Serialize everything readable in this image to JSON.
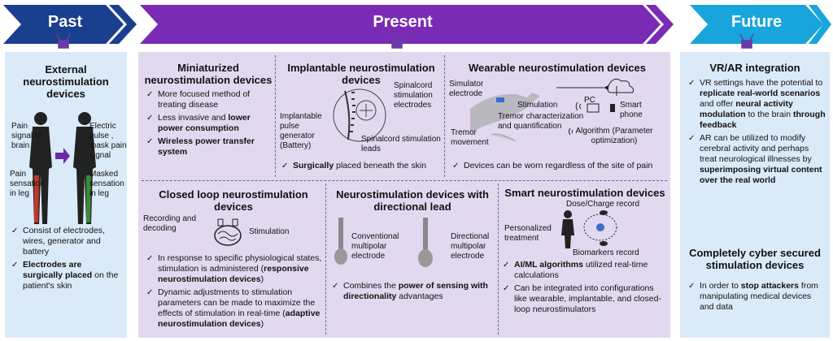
{
  "banners": {
    "past": "Past",
    "present": "Present",
    "future": "Future"
  },
  "colors": {
    "past_arrow": "#1a3f8f",
    "present_arrow": "#7a2bb5",
    "future_arrow": "#17a5dc",
    "past_bg": "#dbeaf8",
    "present_bg": "#e2d9f0",
    "future_bg": "#dbeaf8"
  },
  "past": {
    "title": "External neurostimulation devices",
    "labels": {
      "pain_signal": "Pain signal to brain",
      "electric_pulse": "Electric pulse , mask pain signal",
      "pain_sensation": "Pain sensation in leg",
      "masked_sensation": "Masked sensation in leg"
    },
    "bullets": [
      {
        "text": "Consist of electrodes, wires, generator and battery"
      },
      {
        "bold": "Electrodes are surgically placed",
        "rest": " on the patient's skin"
      }
    ]
  },
  "mini": {
    "title": "Miniaturized neurostimulation devices",
    "b1": "More focused method of treating disease",
    "b2_pre": "Less invasive and ",
    "b2_bold": "lower power consumption",
    "b3": "Wireless power transfer system"
  },
  "implant": {
    "title": "Implantable neurostimulation devices",
    "labels": {
      "generator": "Implantable pulse generator (Battery)",
      "electrodes": "Spinalcord stimulation electrodes",
      "leads": "Spinalcord stimulation leads"
    },
    "b1_bold": "Surgically",
    "b1_rest": " placed beneath the skin"
  },
  "wearable": {
    "title": "Wearable neurostimulation devices",
    "labels": {
      "sim_electrode": "Simulator electrode",
      "stimulation": "Stimulation",
      "pc": "PC",
      "smartphone": "Smart phone",
      "tremor_char": "Tremor characterization and quantification",
      "tremor_mov": "Tremor movement",
      "algorithm": "Algorithm (Parameter optimization)"
    },
    "b1": "Devices can be worn regardless of the site of pain"
  },
  "closed": {
    "title": "Closed loop neurostimulation devices",
    "labels": {
      "recording": "Recording and decoding",
      "stimulation": "Stimulation"
    },
    "b1_pre": "In response to specific physiological states, stimulation is administered (",
    "b1_bold": "responsive neurostimulation devices",
    "b1_post": ")",
    "b2_pre": "Dynamic adjustments to stimulation parameters can be made to maximize the effects of stimulation in real-time (",
    "b2_bold": "adaptive neurostimulation devices",
    "b2_post": ")"
  },
  "directional": {
    "title": "Neurostimulation devices with directional lead",
    "labels": {
      "conventional": "Conventional multipolar electrode",
      "directional": "Directional multipolar electrode"
    },
    "b1_pre": "Combines the ",
    "b1_bold": "power of sensing with directionality",
    "b1_post": " advantages"
  },
  "smart": {
    "title": "Smart neurostimulation devices",
    "labels": {
      "dose": "Dose/Charge record",
      "personalized": "Personalized treatment",
      "biomarkers": "Biomarkers record"
    },
    "b1_bold": "AI/ML algorithms",
    "b1_rest": " utilized real-time calculations",
    "b2": "Can be integrated into configurations like wearable, implantable, and closed-loop neurostimulators"
  },
  "future": {
    "vr_title": "VR/AR integration",
    "vr_b1_pre": "VR settings have the potential to ",
    "vr_b1_bold1": "replicate real-world scenarios",
    "vr_b1_mid": " and offer ",
    "vr_b1_bold2": "neural activity modulation",
    "vr_b1_mid2": " to the brain ",
    "vr_b1_bold3": "through feedback",
    "vr_b2_pre": "AR can be utilized to modify cerebral activity and perhaps treat neurological illnesses by ",
    "vr_b2_bold": "superimposing virtual content over the real world",
    "sec_title": "Completely cyber secured stimulation devices",
    "sec_b1_pre": "In order to ",
    "sec_b1_bold": "stop attackers",
    "sec_b1_rest": " from manipulating medical devices and data"
  }
}
